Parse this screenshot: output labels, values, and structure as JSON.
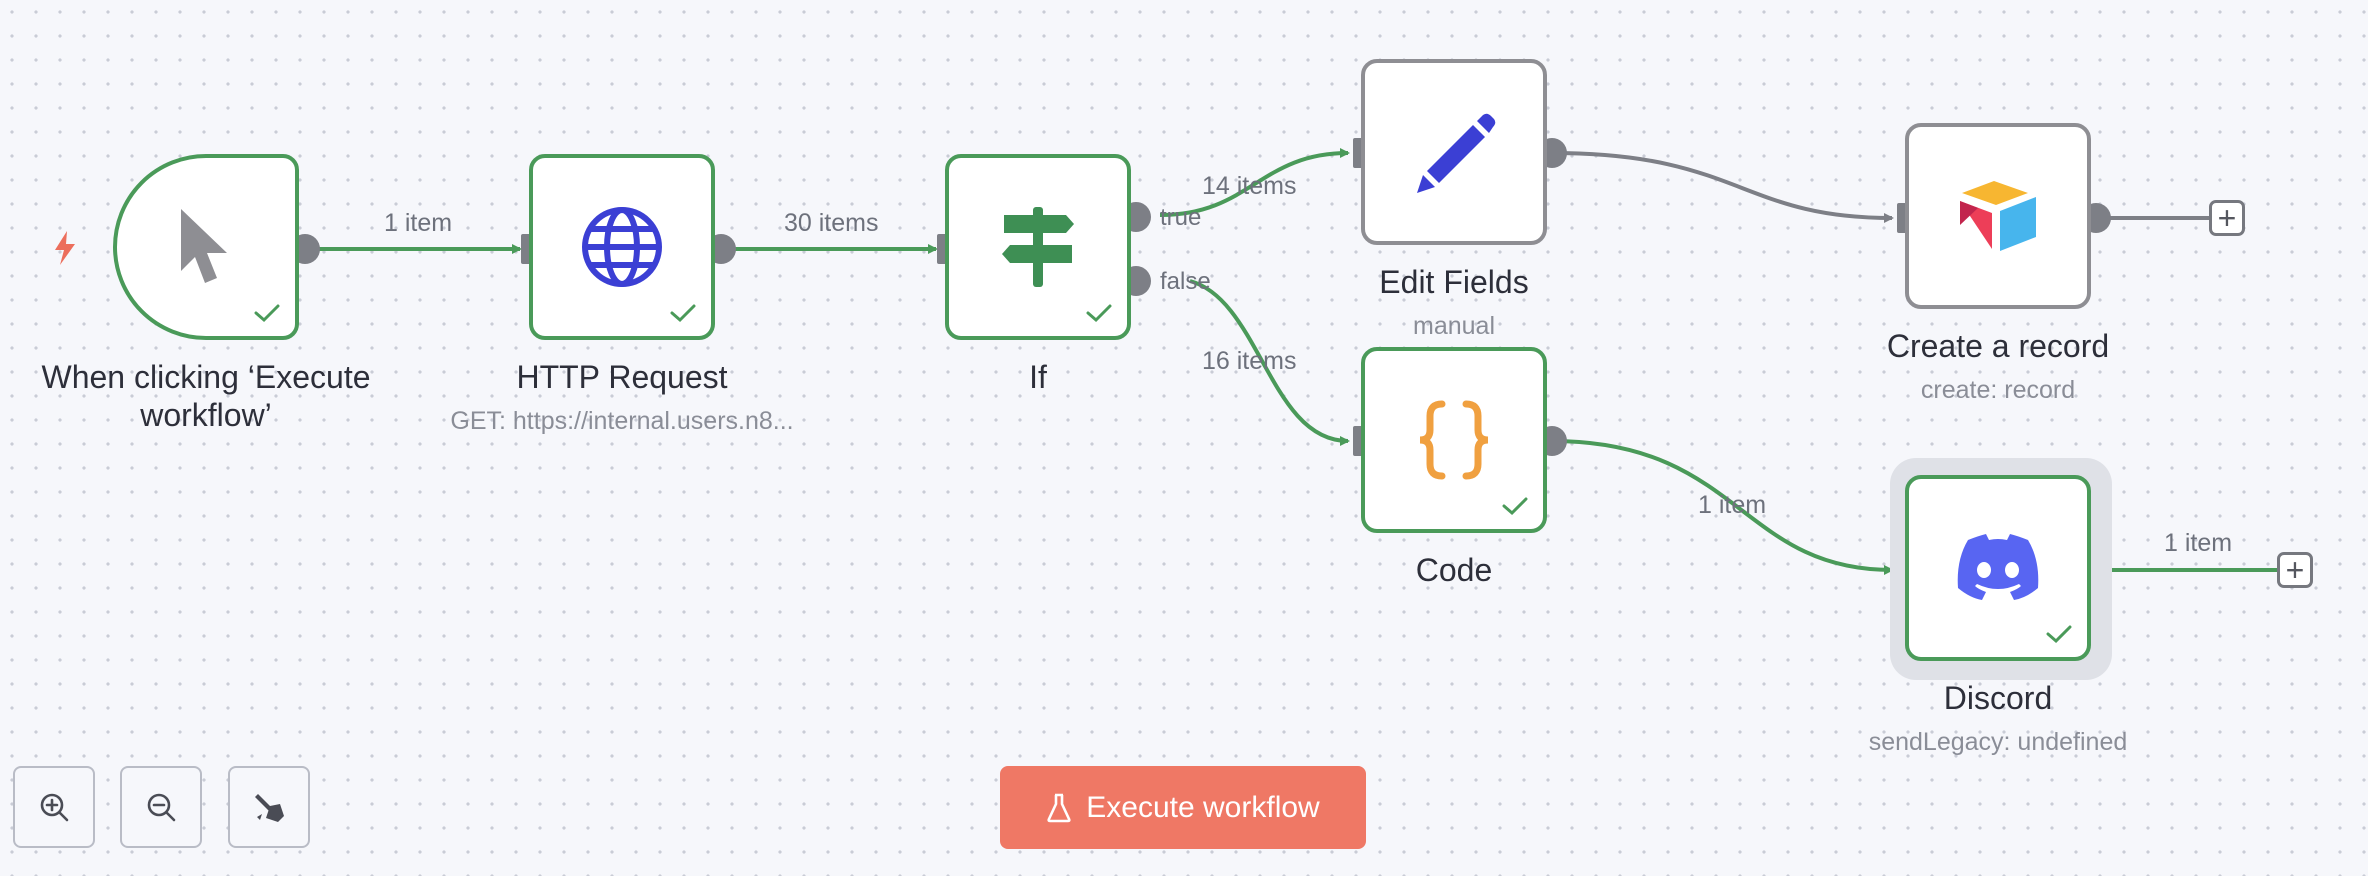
{
  "canvas": {
    "nodes": [
      {
        "id": "trigger",
        "title": "When clicking ‘Execute\nworkflow’",
        "subtitle": "",
        "icon": "mouse-pointer-icon",
        "status": "success"
      },
      {
        "id": "http",
        "title": "HTTP Request",
        "subtitle": "GET: https://internal.users.n8...",
        "icon": "globe-icon",
        "status": "success"
      },
      {
        "id": "if",
        "title": "If",
        "subtitle": "",
        "icon": "signpost-icon",
        "status": "success"
      },
      {
        "id": "edit",
        "title": "Edit Fields",
        "subtitle": "manual",
        "icon": "pencil-icon",
        "status": "idle"
      },
      {
        "id": "code",
        "title": "Code",
        "subtitle": "",
        "icon": "braces-icon",
        "status": "success"
      },
      {
        "id": "airtable",
        "title": "Create a record",
        "subtitle": "create: record",
        "icon": "airtable-icon",
        "status": "idle"
      },
      {
        "id": "discord",
        "title": "Discord",
        "subtitle": "sendLegacy: undefined",
        "icon": "discord-icon",
        "status": "success"
      }
    ],
    "edges": [
      {
        "from": "trigger",
        "to": "http",
        "label": "1 item"
      },
      {
        "from": "http",
        "to": "if",
        "label": "30 items"
      },
      {
        "from": "if",
        "to": "edit",
        "label": "14 items",
        "port": "true"
      },
      {
        "from": "if",
        "to": "code",
        "label": "16 items",
        "port": "false"
      },
      {
        "from": "edit",
        "to": "airtable",
        "label": ""
      },
      {
        "from": "code",
        "to": "discord",
        "label": "1 item"
      },
      {
        "from": "discord",
        "to": "end",
        "label": "1 item"
      }
    ]
  },
  "controls": {
    "zoom_in": "zoom-in-icon",
    "zoom_out": "zoom-out-icon",
    "tidy": "broom-icon"
  },
  "toolbar": {
    "execute_label": "Execute workflow",
    "execute_icon": "flask-icon"
  },
  "colors": {
    "success": "#4a9a59",
    "idle": "#8e8e93",
    "execute_button": "#ef7865",
    "background": "#f6f7fb"
  }
}
